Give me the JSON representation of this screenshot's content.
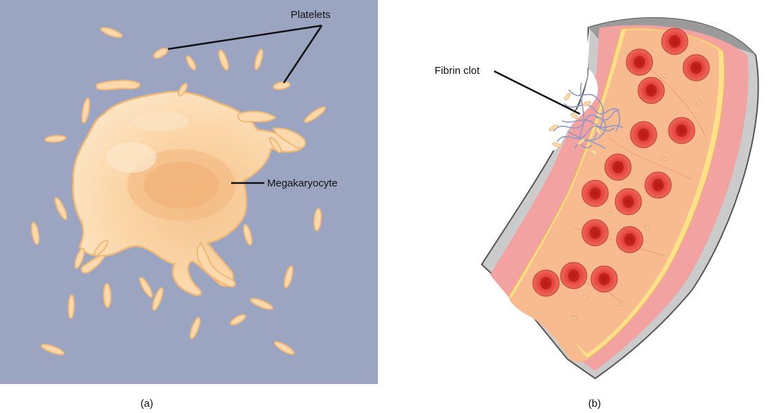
{
  "panel_a": {
    "label": "(a)",
    "platelets_label": "Platelets",
    "megakaryocyte_label": "Megakaryocyte",
    "background_color": "#9ba5c2",
    "cell_color": "#fbd9ad",
    "cell_outline_color": "#f0b876"
  },
  "panel_b": {
    "label": "(b)",
    "fibrin_label": "Fibrin clot",
    "wall_color": "#f2a3a1",
    "lumen_color": "#f7bb8f",
    "rbc_color": "#e23e37",
    "fibrin_color": "#8f96c9",
    "outer_layer_color": "#c9c9c9"
  }
}
